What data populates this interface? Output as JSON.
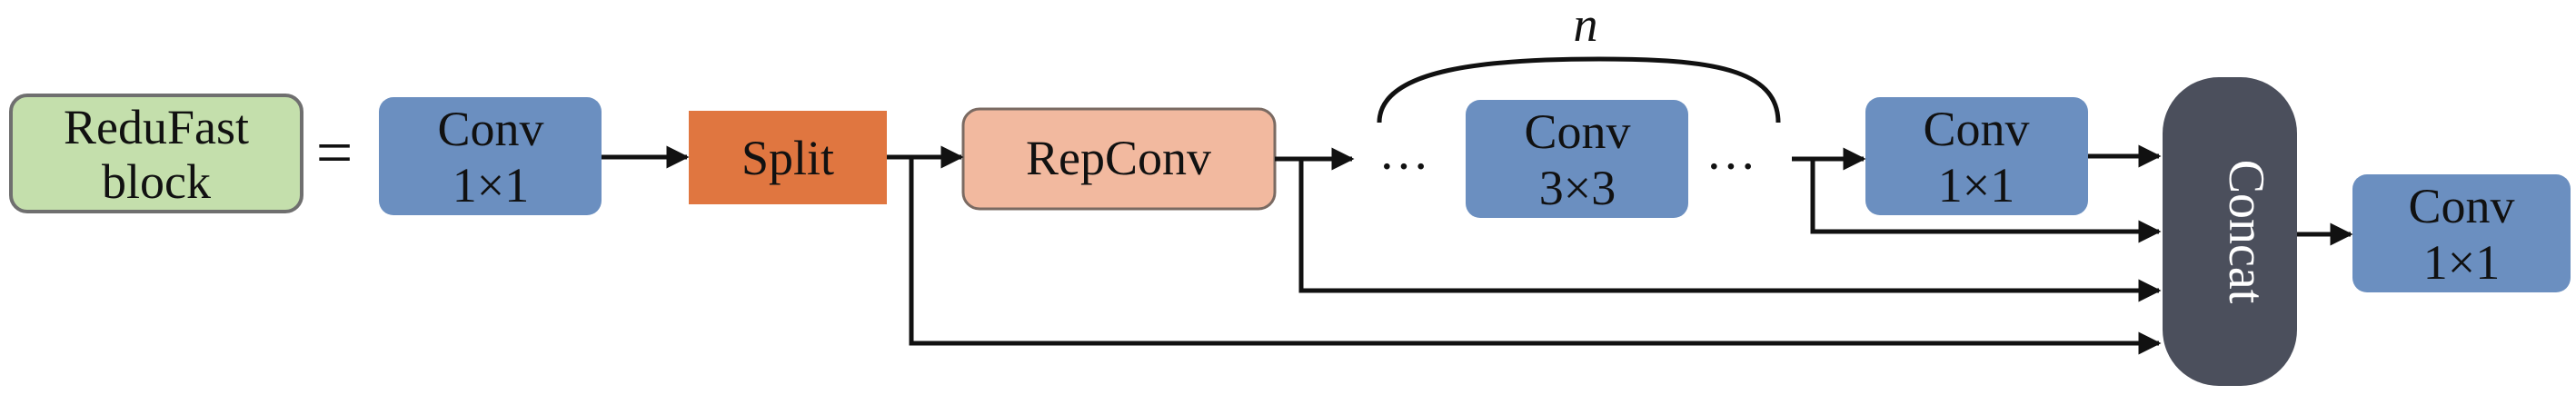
{
  "colors": {
    "block_green": "#c4dfac",
    "block_green_border": "#6f6f6f",
    "conv_blue": "#6b8fc0",
    "split_orange": "#e07640",
    "repconv_peach": "#f2b99f",
    "concat_dark": "#4b4f5c",
    "line": "#111111"
  },
  "diagram": {
    "redufast_line1": "ReduFast",
    "redufast_line2": "block",
    "equals": "=",
    "conv_a_line1": "Conv",
    "conv_a_line2": "1×1",
    "split": "Split",
    "repconv": "RepConv",
    "dots_left": "···",
    "conv_mid_line1": "Conv",
    "conv_mid_line2": "3×3",
    "dots_right": "···",
    "repeat_n": "n",
    "conv_b_line1": "Conv",
    "conv_b_line2": "1×1",
    "concat": "Concat",
    "conv_out_line1": "Conv",
    "conv_out_line2": "1×1"
  }
}
